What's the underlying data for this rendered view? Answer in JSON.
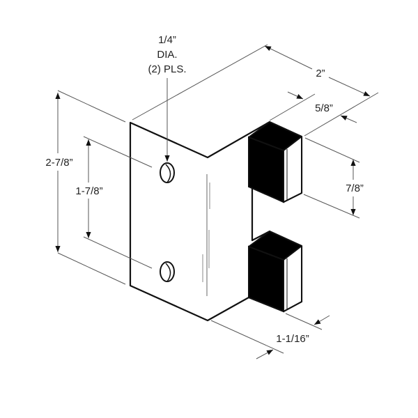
{
  "drawing": {
    "title": "Isometric bracket dimension drawing",
    "hole_callout": {
      "line1": "1/4”",
      "line2": "DIA.",
      "line3": "(2) PLS."
    },
    "dimensions": {
      "overall_depth": "2”",
      "block_depth": "5/8”",
      "block_height": "7/8”",
      "overall_height": "2-7/8”",
      "hole_spacing": "1-7/8”",
      "plate_offset": "1-1/16”"
    },
    "colors": {
      "line": "#111111",
      "dimension": "#555555",
      "block": "#000000"
    }
  }
}
